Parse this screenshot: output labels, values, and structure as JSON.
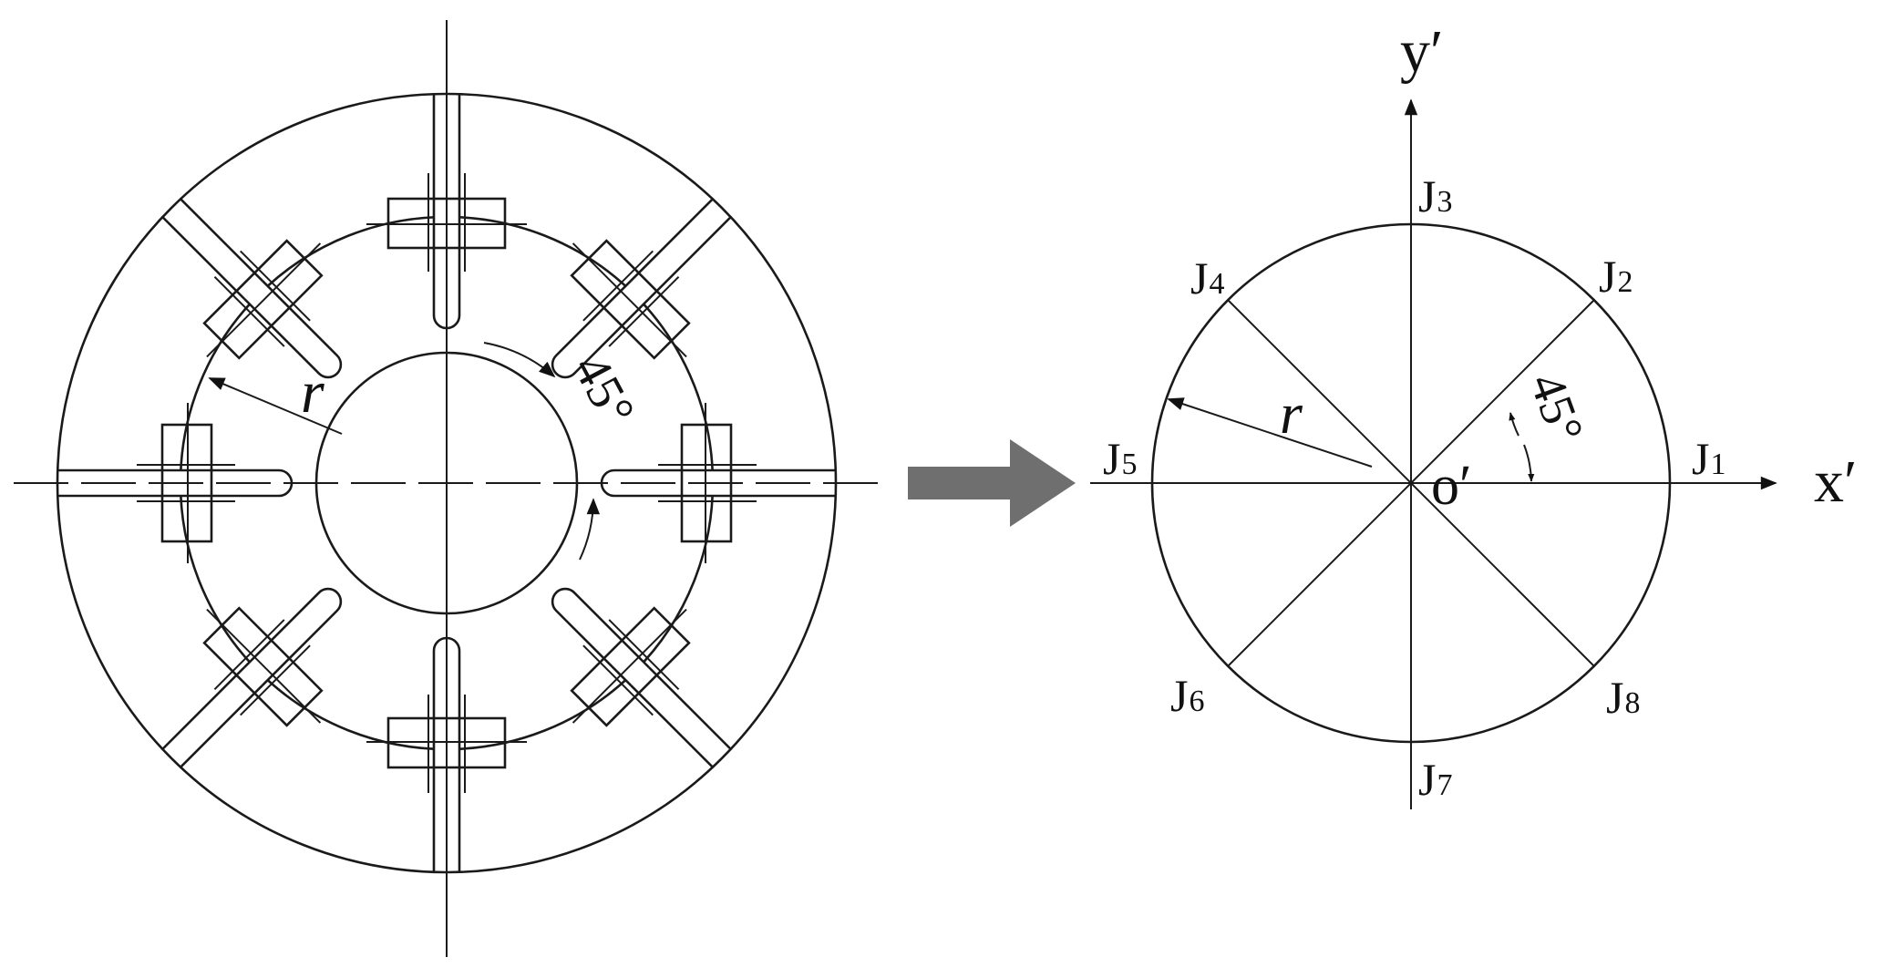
{
  "left_drawing": {
    "radius_label": "r",
    "angle_label": "45°"
  },
  "arrow": {
    "color": "#6f6f6f"
  },
  "right_diagram": {
    "y_axis_label": "y′",
    "x_axis_label": "x′",
    "origin_label": "o′",
    "radius_label": "r",
    "angle_label": "45°",
    "points": [
      {
        "main": "J",
        "sub": "1"
      },
      {
        "main": "J",
        "sub": "2"
      },
      {
        "main": "J",
        "sub": "3"
      },
      {
        "main": "J",
        "sub": "4"
      },
      {
        "main": "J",
        "sub": "5"
      },
      {
        "main": "J",
        "sub": "6"
      },
      {
        "main": "J",
        "sub": "7"
      },
      {
        "main": "J",
        "sub": "8"
      }
    ]
  }
}
